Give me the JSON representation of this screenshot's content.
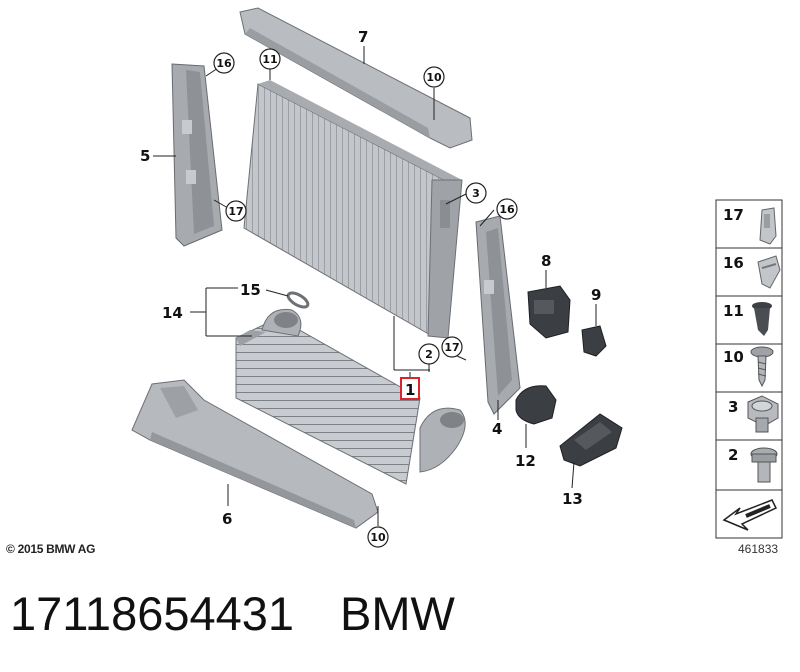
{
  "diagram": {
    "callouts": {
      "c1": "1",
      "c2": "2",
      "c3": "3",
      "c4": "4",
      "c5": "5",
      "c6": "6",
      "c7": "7",
      "c8": "8",
      "c9": "9",
      "c10a": "10",
      "c10b": "10",
      "c11": "11",
      "c12": "12",
      "c13": "13",
      "c14": "14",
      "c15": "15",
      "c16a": "16",
      "c16b": "16",
      "c17a": "17",
      "c17b": "17"
    },
    "highlight_color": "#d9262c",
    "legend": {
      "rows": [
        {
          "label": "17",
          "icon": "clip-nut-icon"
        },
        {
          "label": "16",
          "icon": "spring-clip-icon"
        },
        {
          "label": "11",
          "icon": "expanding-rivet-icon"
        },
        {
          "label": "10",
          "icon": "screw-icon"
        },
        {
          "label": "3",
          "icon": "bleed-screw-icon"
        },
        {
          "label": "2",
          "icon": "drain-plug-icon"
        }
      ]
    }
  },
  "copyright": "© 2015 BMW AG",
  "reference_number": "461833",
  "part": {
    "number": "17118654431",
    "brand": "BMW"
  }
}
